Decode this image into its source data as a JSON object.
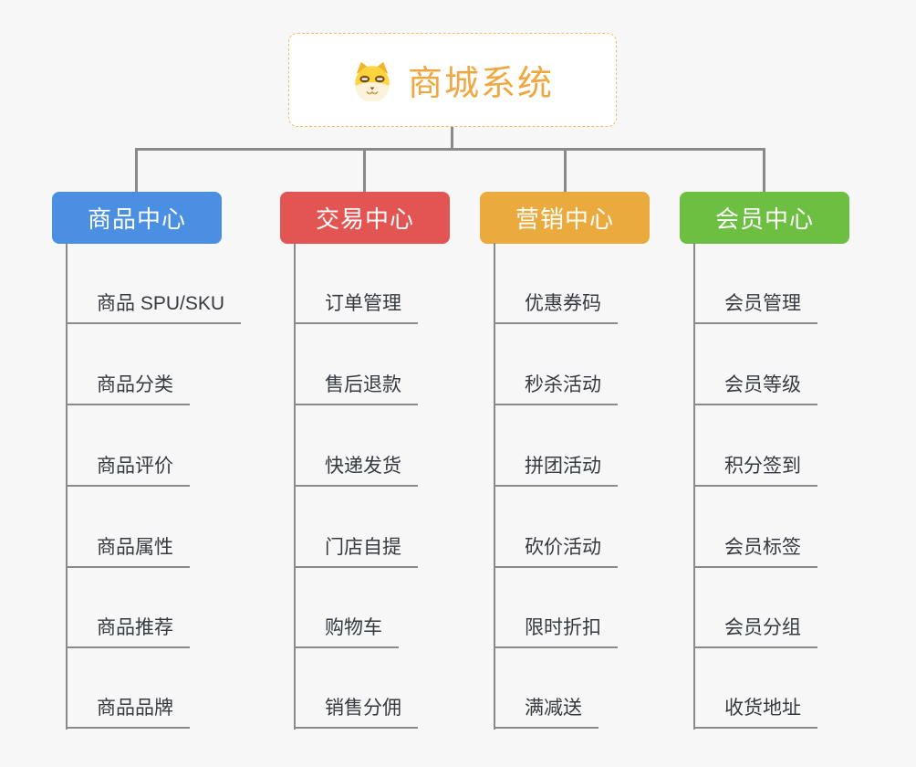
{
  "page": {
    "background_color": "#f7f7f7",
    "connector_color": "#8a8a8a"
  },
  "root": {
    "label": "商城系统",
    "text_color": "#efa73f",
    "border_color": "#f2bc62",
    "icon": "dog-face-icon"
  },
  "branches": [
    {
      "label": "商品中心",
      "color": "#4a8fe2",
      "children": [
        "商品 SPU/SKU",
        "商品分类",
        "商品评价",
        "商品属性",
        "商品推荐",
        "商品品牌"
      ]
    },
    {
      "label": "交易中心",
      "color": "#e25553",
      "children": [
        "订单管理",
        "售后退款",
        "快递发货",
        "门店自提",
        "购物车",
        "销售分佣"
      ]
    },
    {
      "label": "营销中心",
      "color": "#ebaa3d",
      "children": [
        "优惠券码",
        "秒杀活动",
        "拼团活动",
        "砍价活动",
        "限时折扣",
        "满减送"
      ]
    },
    {
      "label": "会员中心",
      "color": "#6cbf40",
      "children": [
        "会员管理",
        "会员等级",
        "积分签到",
        "会员标签",
        "会员分组",
        "收货地址"
      ]
    }
  ]
}
